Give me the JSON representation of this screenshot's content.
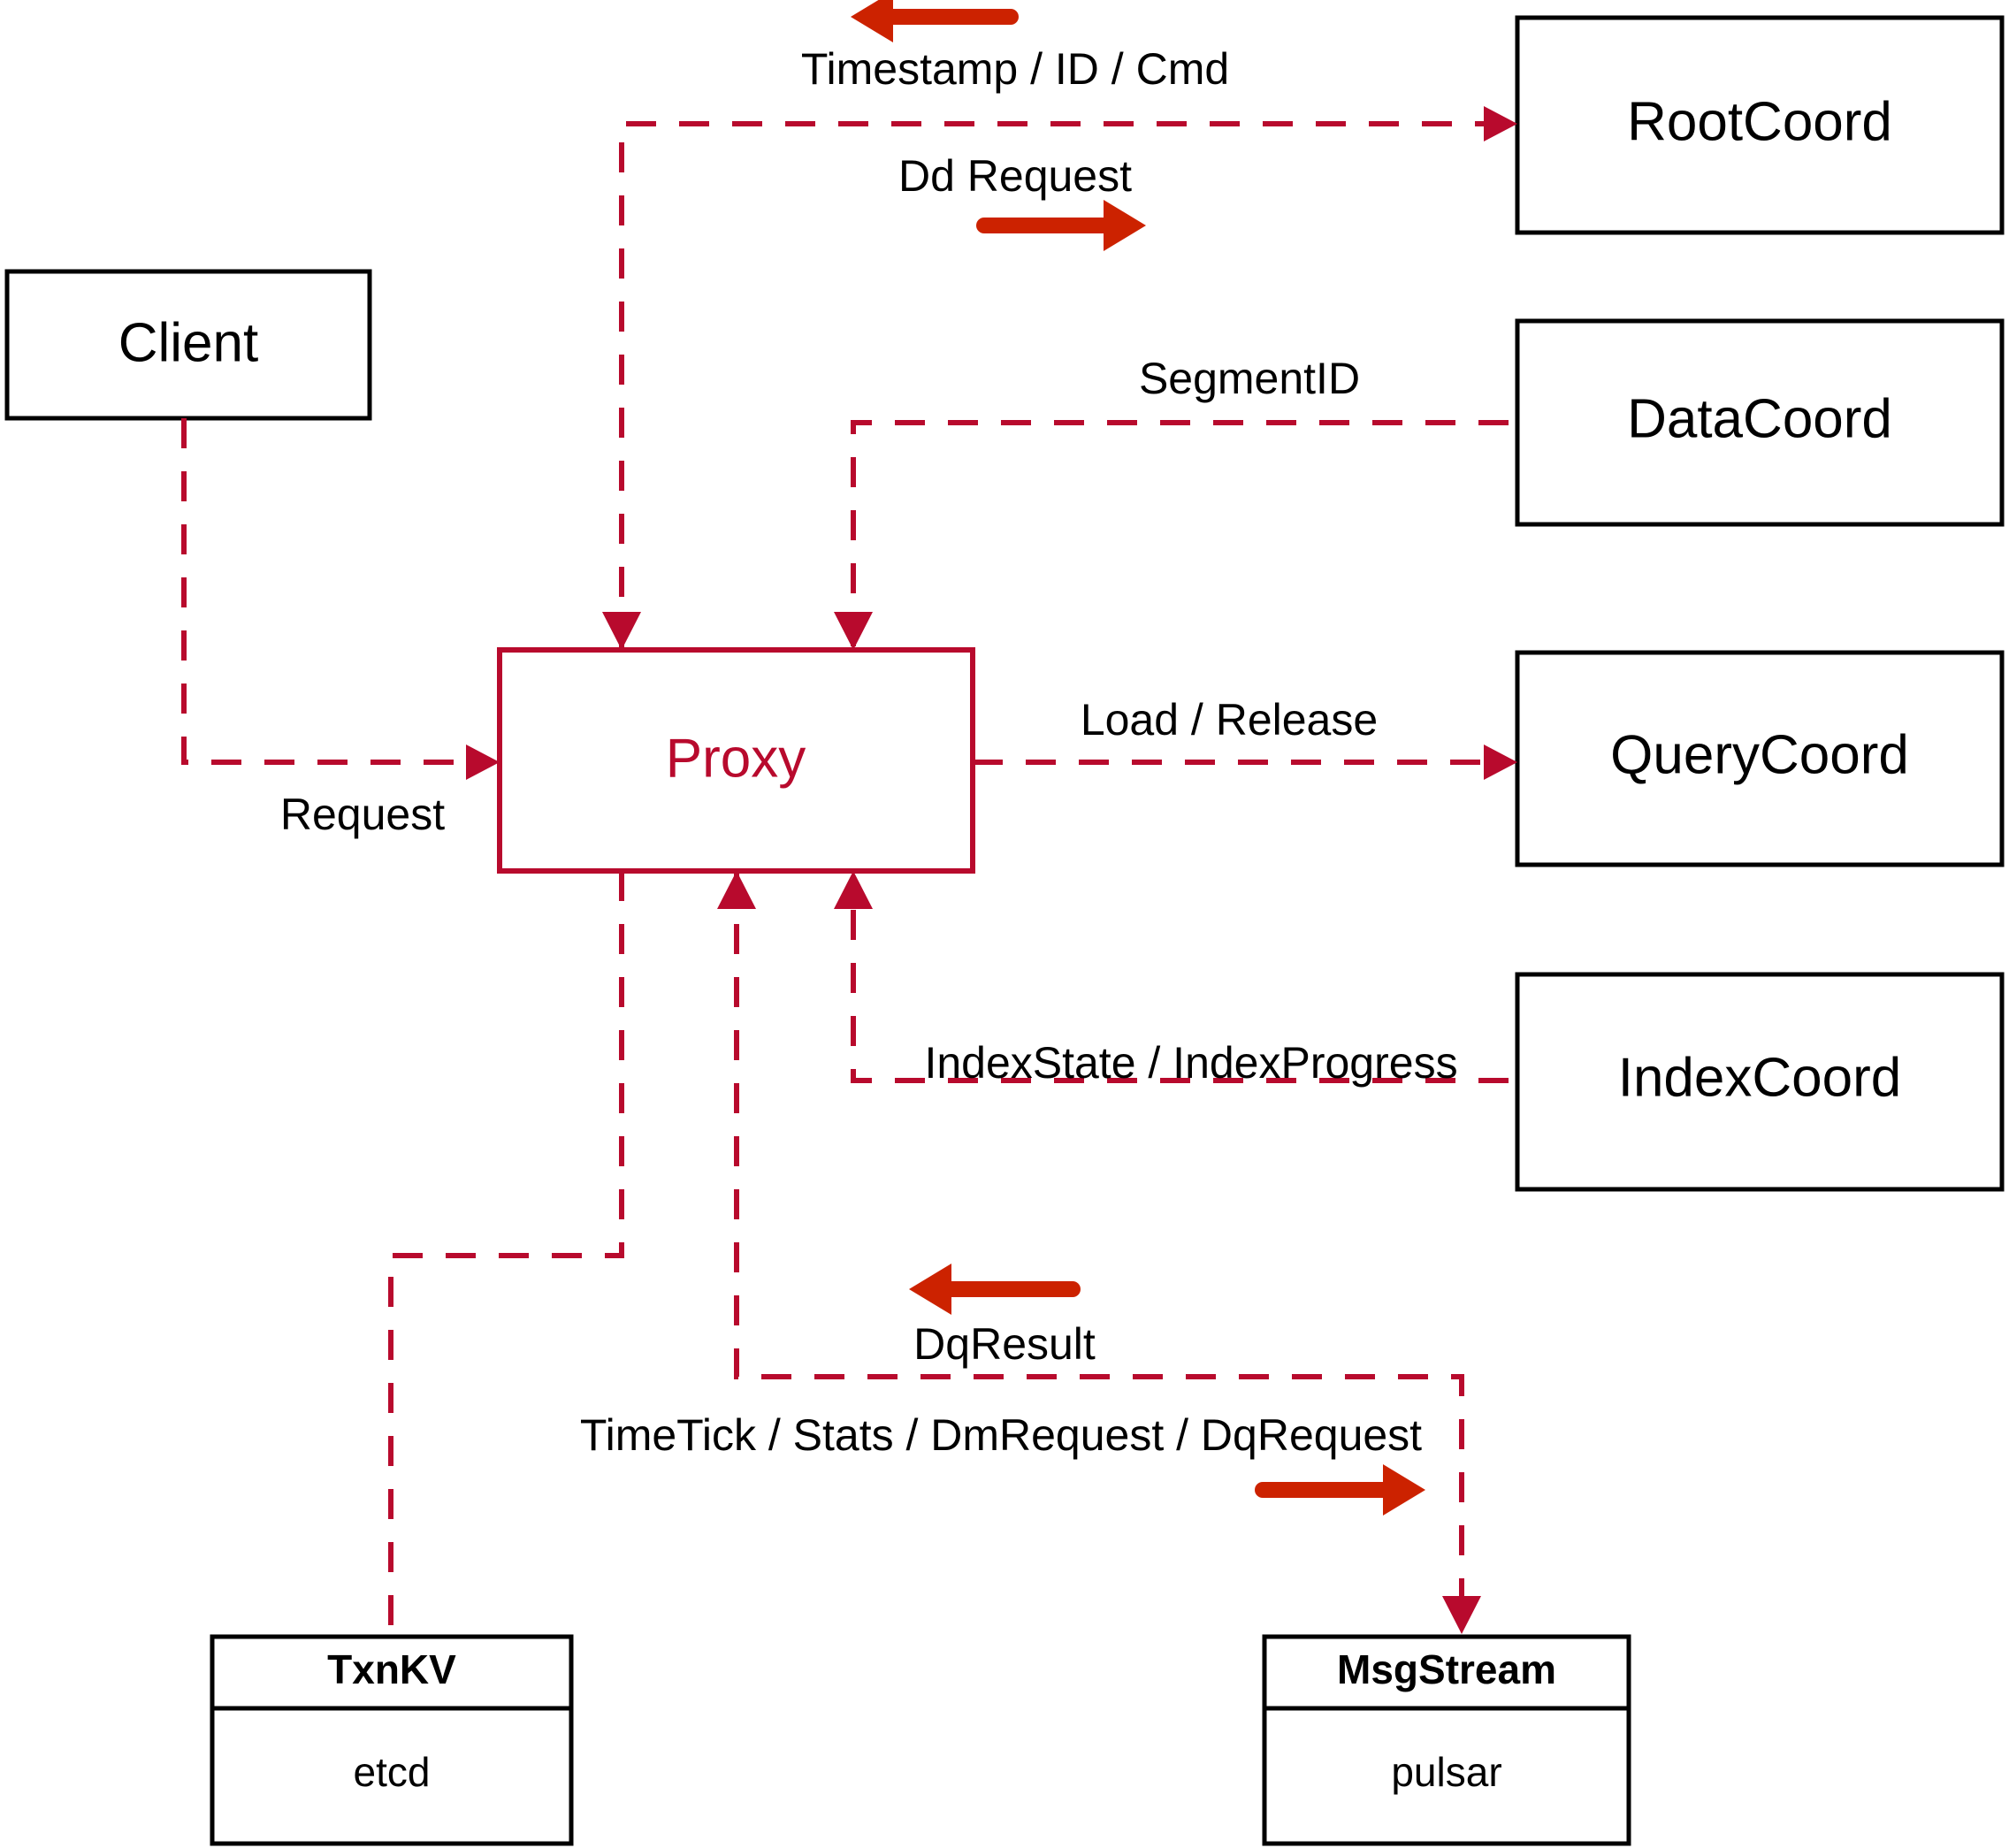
{
  "diagram": {
    "title": "Proxy Architecture Flow",
    "accent_color": "#b80a2d",
    "arrow_color": "#cc2200",
    "node_border_color": "#000000",
    "background_color": "#ffffff"
  },
  "nodes": {
    "client": {
      "label": "Client"
    },
    "proxy": {
      "label": "Proxy"
    },
    "root_coord": {
      "label": "RootCoord"
    },
    "data_coord": {
      "label": "DataCoord"
    },
    "query_coord": {
      "label": "QueryCoord"
    },
    "index_coord": {
      "label": "IndexCoord"
    },
    "txnkv": {
      "title": "TxnKV",
      "impl": "etcd"
    },
    "msgstream": {
      "title": "MsgStream",
      "impl": "pulsar"
    }
  },
  "edges": {
    "timestamp_id_cmd": {
      "label": "Timestamp / ID / Cmd",
      "direction": "left"
    },
    "dd_request": {
      "label": "Dd Request",
      "direction": "right"
    },
    "segment_id": {
      "label": "SegmentID",
      "direction": "left"
    },
    "request": {
      "label": "Request",
      "direction": "right"
    },
    "load_release": {
      "label": "Load / Release",
      "direction": "right"
    },
    "index_state_progress": {
      "label": "IndexState / IndexProgress",
      "direction": "left"
    },
    "dq_result": {
      "label": "DqResult",
      "direction": "left"
    },
    "timetick_stats": {
      "label": "TimeTick / Stats / DmRequest / DqRequest",
      "direction": "right"
    }
  }
}
